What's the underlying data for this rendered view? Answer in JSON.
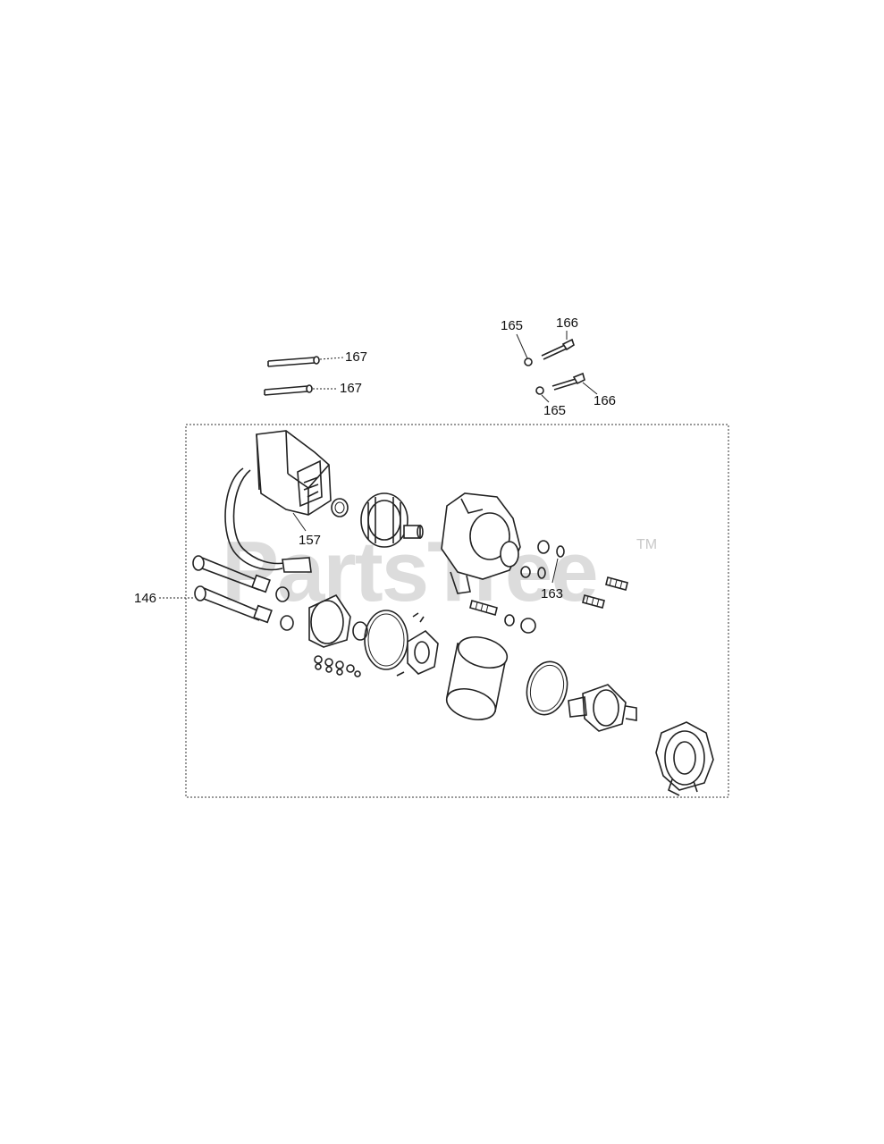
{
  "watermark": {
    "text": "PartsTree",
    "trademark": "TM"
  },
  "callouts": {
    "c167a": "167",
    "c167b": "167",
    "c165a": "165",
    "c166a": "166",
    "c165b": "165",
    "c166b": "166",
    "c157": "157",
    "c163": "163",
    "c146": "146"
  }
}
